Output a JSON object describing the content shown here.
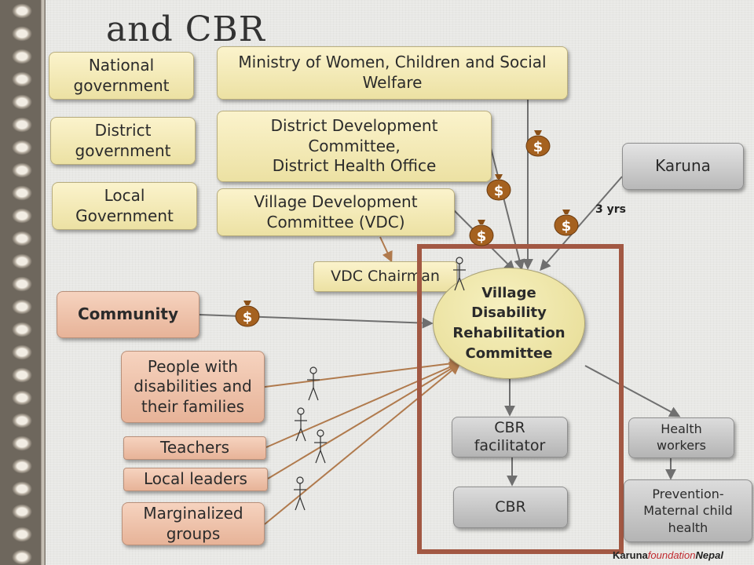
{
  "slide": {
    "title": "and CBR",
    "boxes": {
      "national_gov": "National government",
      "district_gov": "District government",
      "local_gov": "Local Government",
      "ministry": "Ministry of Women, Children and Social Welfare",
      "ddc_line1": "District Development",
      "ddc_line2": "Committee,",
      "ddc_line3": "District Health Office",
      "vdc_line1": "Village Development",
      "vdc_line2": "Committee (VDC)",
      "karuna": "Karuna",
      "vdc_chairman": "VDC Chairman",
      "community": "Community",
      "pwd_line1": "People with",
      "pwd_line2": "disabilities and",
      "pwd_line3": "their families",
      "teachers": "Teachers",
      "local_leaders": "Local leaders",
      "marginalized_line1": "Marginalized",
      "marginalized_line2": "groups",
      "vdrc_line1": "Village",
      "vdrc_line2": "Disability",
      "vdrc_line3": "Rehabilitation",
      "vdrc_line4": "Committee",
      "cbr_facilitator_line1": "CBR",
      "cbr_facilitator_line2": "facilitator",
      "cbr": "CBR",
      "health_workers_line1": "Health",
      "health_workers_line2": "workers",
      "prevention_line1": "Prevention-",
      "prevention_line2": "Maternal child",
      "prevention_line3": "health"
    },
    "duration_label": "3 yrs",
    "footer": {
      "brand_part1": "Karuna",
      "brand_part2": "foundation",
      "brand_part3": "Nepal"
    },
    "colors": {
      "frame": "#a25843",
      "gray_arrow": "#6f6f6f",
      "orange_arrow": "#b07a4d",
      "money_bag": "#a5611f"
    },
    "icons": [
      "money-bag-icon",
      "stick-figure-icon"
    ]
  }
}
